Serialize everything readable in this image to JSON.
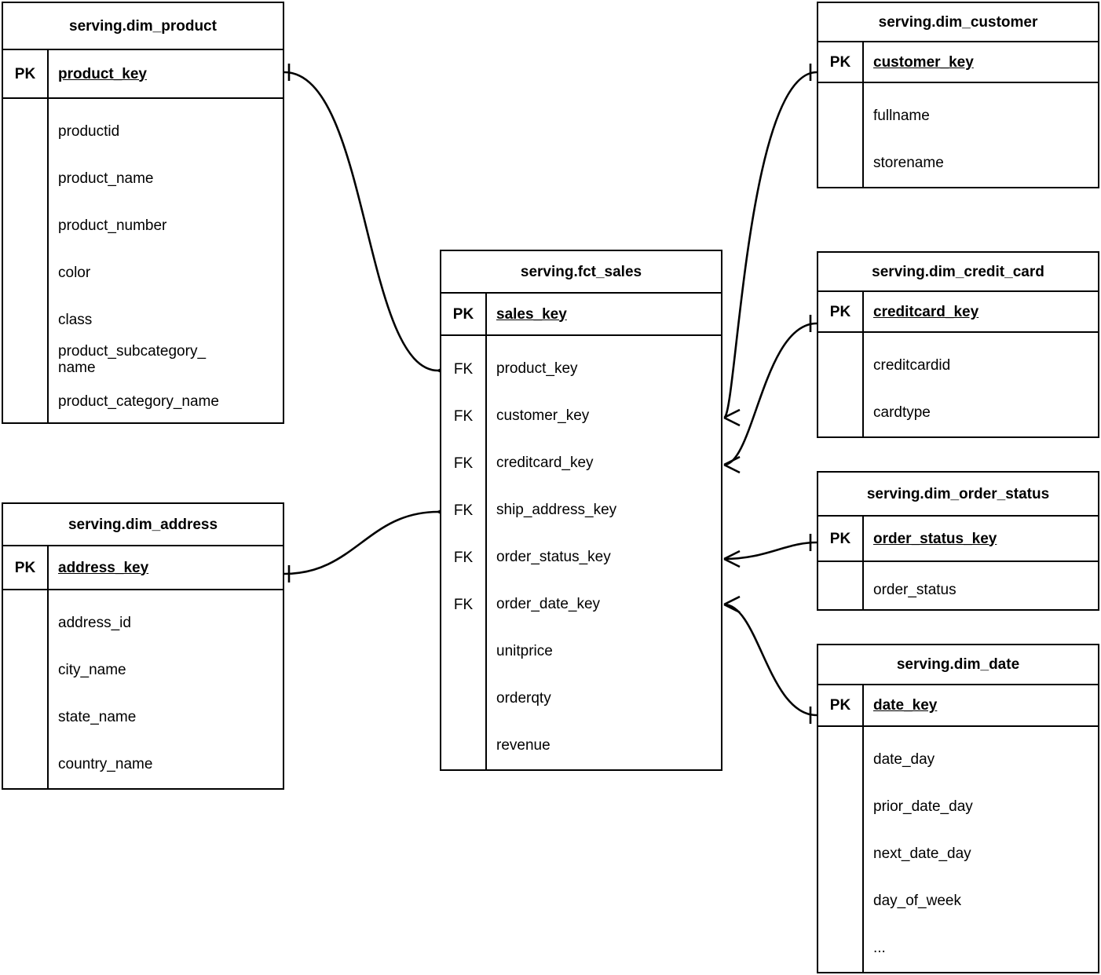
{
  "diagram": {
    "type": "entity-relationship-diagram",
    "notation": "crows-foot",
    "background_color": "#ffffff",
    "line_color": "#000000",
    "pk_label": "PK",
    "fk_label": "FK"
  },
  "entities": [
    {
      "id": "dim_product",
      "title": "serving.dim_product",
      "pk": {
        "tag": "PK",
        "name": "product_key"
      },
      "attributes": [
        "productid",
        "product_name",
        "product_number",
        "color",
        "class",
        "product_subcategory_\nname",
        "product_category_name"
      ]
    },
    {
      "id": "dim_address",
      "title": "serving.dim_address",
      "pk": {
        "tag": "PK",
        "name": "address_key"
      },
      "attributes": [
        "address_id",
        "city_name",
        "state_name",
        "country_name"
      ]
    },
    {
      "id": "fct_sales",
      "title": "serving.fct_sales",
      "pk": {
        "tag": "PK",
        "name": "sales_key"
      },
      "columns": [
        {
          "tag": "FK",
          "name": "product_key"
        },
        {
          "tag": "FK",
          "name": "customer_key"
        },
        {
          "tag": "FK",
          "name": "creditcard_key"
        },
        {
          "tag": "FK",
          "name": "ship_address_key"
        },
        {
          "tag": "FK",
          "name": "order_status_key"
        },
        {
          "tag": "FK",
          "name": "order_date_key"
        },
        {
          "tag": "",
          "name": "unitprice"
        },
        {
          "tag": "",
          "name": "orderqty"
        },
        {
          "tag": "",
          "name": "revenue"
        }
      ]
    },
    {
      "id": "dim_customer",
      "title": "serving.dim_customer",
      "pk": {
        "tag": "PK",
        "name": "customer_key"
      },
      "attributes": [
        "fullname",
        "storename"
      ]
    },
    {
      "id": "dim_credit_card",
      "title": "serving.dim_credit_card",
      "pk": {
        "tag": "PK",
        "name": "creditcard_key"
      },
      "attributes": [
        "creditcardid",
        "cardtype"
      ]
    },
    {
      "id": "dim_order_status",
      "title": "serving.dim_order_status",
      "pk": {
        "tag": "PK",
        "name": "order_status_key"
      },
      "attributes": [
        "order_status"
      ]
    },
    {
      "id": "dim_date",
      "title": "serving.dim_date",
      "pk": {
        "tag": "PK",
        "name": "date_key"
      },
      "attributes": [
        "date_day",
        "prior_date_day",
        "next_date_day",
        "day_of_week",
        "..."
      ]
    }
  ],
  "relationships": [
    {
      "from": "dim_product",
      "from_key": "product_key",
      "to": "fct_sales",
      "to_key": "product_key",
      "cardinality": "one-to-many"
    },
    {
      "from": "dim_address",
      "from_key": "address_key",
      "to": "fct_sales",
      "to_key": "ship_address_key",
      "cardinality": "one-to-many"
    },
    {
      "from": "dim_customer",
      "from_key": "customer_key",
      "to": "fct_sales",
      "to_key": "customer_key",
      "cardinality": "one-to-many"
    },
    {
      "from": "dim_credit_card",
      "from_key": "creditcard_key",
      "to": "fct_sales",
      "to_key": "creditcard_key",
      "cardinality": "one-to-many"
    },
    {
      "from": "dim_order_status",
      "from_key": "order_status_key",
      "to": "fct_sales",
      "to_key": "order_status_key",
      "cardinality": "one-to-many"
    },
    {
      "from": "dim_date",
      "from_key": "date_key",
      "to": "fct_sales",
      "to_key": "order_date_key",
      "cardinality": "one-to-many"
    }
  ]
}
